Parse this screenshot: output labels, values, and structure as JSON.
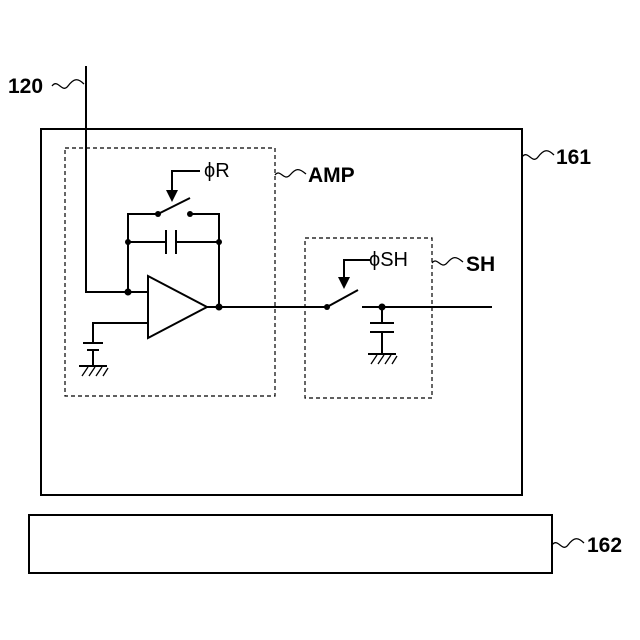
{
  "labels": {
    "ref_120": "120",
    "ref_161": "161",
    "ref_162": "162",
    "amp": "AMP",
    "sh": "SH",
    "phi_r": "ϕR",
    "phi_sh": "ϕSH"
  }
}
